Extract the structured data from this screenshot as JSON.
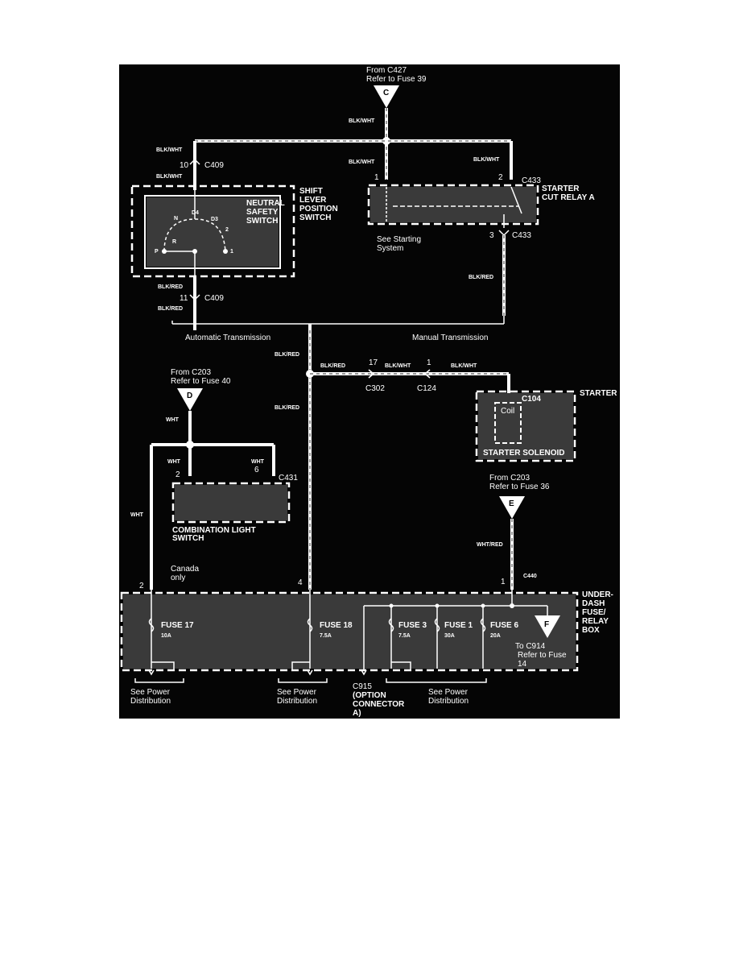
{
  "sources": {
    "c": {
      "letter": "C",
      "from": "From C427",
      "refer": "Refer to Fuse 39"
    },
    "d": {
      "letter": "D",
      "from": "From C203",
      "refer": "Refer to Fuse 40"
    },
    "e": {
      "letter": "E",
      "from": "From C203",
      "refer": "Refer to Fuse 36"
    }
  },
  "wires": {
    "blk_wht": "BLK/WHT",
    "blk_red": "BLK/RED",
    "wht": "WHT",
    "wht_red": "WHT/RED"
  },
  "connectors": {
    "c409": "C409",
    "c433": "C433",
    "c302": "C302",
    "c124": "C124",
    "c104": "C104",
    "c431": "C431",
    "c440": "C440",
    "c915": "C915",
    "c915_desc1": "(OPTION",
    "c915_desc2": "CONNECTOR",
    "c915_desc3": "A)"
  },
  "pins": {
    "p10": "10",
    "p11": "11",
    "p1": "1",
    "p2": "2",
    "p3": "3",
    "p17": "17",
    "p6": "6",
    "p4": "4"
  },
  "shift_switch": {
    "title1": "SHIFT",
    "title2": "LEVER",
    "title3": "POSITION",
    "title4": "SWITCH",
    "inner1": "NEUTRAL",
    "inner2": "SAFETY",
    "inner3": "SWITCH",
    "pos_n": "N",
    "pos_d4": "D4",
    "pos_d3": "D3",
    "pos_2": "2",
    "pos_r": "R",
    "pos_p": "P",
    "pos_1": "1"
  },
  "relay": {
    "title1": "STARTER",
    "title2": "CUT RELAY A",
    "note1": "See Starting",
    "note2": "System"
  },
  "transmission": {
    "auto": "Automatic Transmission",
    "manual": "Manual Transmission"
  },
  "starter": {
    "title": "STARTER",
    "coil": "Coil",
    "solenoid": "STARTER SOLENOID"
  },
  "combo_switch": {
    "line1": "COMBINATION LIGHT",
    "line2": "SWITCH"
  },
  "canada": {
    "line1": "Canada",
    "line2": "only"
  },
  "fuse_box": {
    "title1": "UNDER-",
    "title2": "DASH",
    "title3": "FUSE/",
    "title4": "RELAY",
    "title5": "BOX",
    "fuse17": "FUSE 17",
    "fuse17_amp": "10A",
    "fuse18": "FUSE 18",
    "fuse18_amp": "7.5A",
    "fuse3": "FUSE 3",
    "fuse3_amp": "7.5A",
    "fuse1": "FUSE 1",
    "fuse1_amp": "30A",
    "fuse6": "FUSE 6",
    "fuse6_amp": "20A",
    "f_letter": "F",
    "to_c914": "To C914",
    "refer14a": "Refer to Fuse",
    "refer14b": "14"
  },
  "notes": {
    "see_power_1a": "See Power",
    "see_power_1b": "Distribution",
    "see_power_2a": "See Power",
    "see_power_2b": "Distribution",
    "see_power_3a": "See Power",
    "see_power_3b": "Distribution"
  }
}
